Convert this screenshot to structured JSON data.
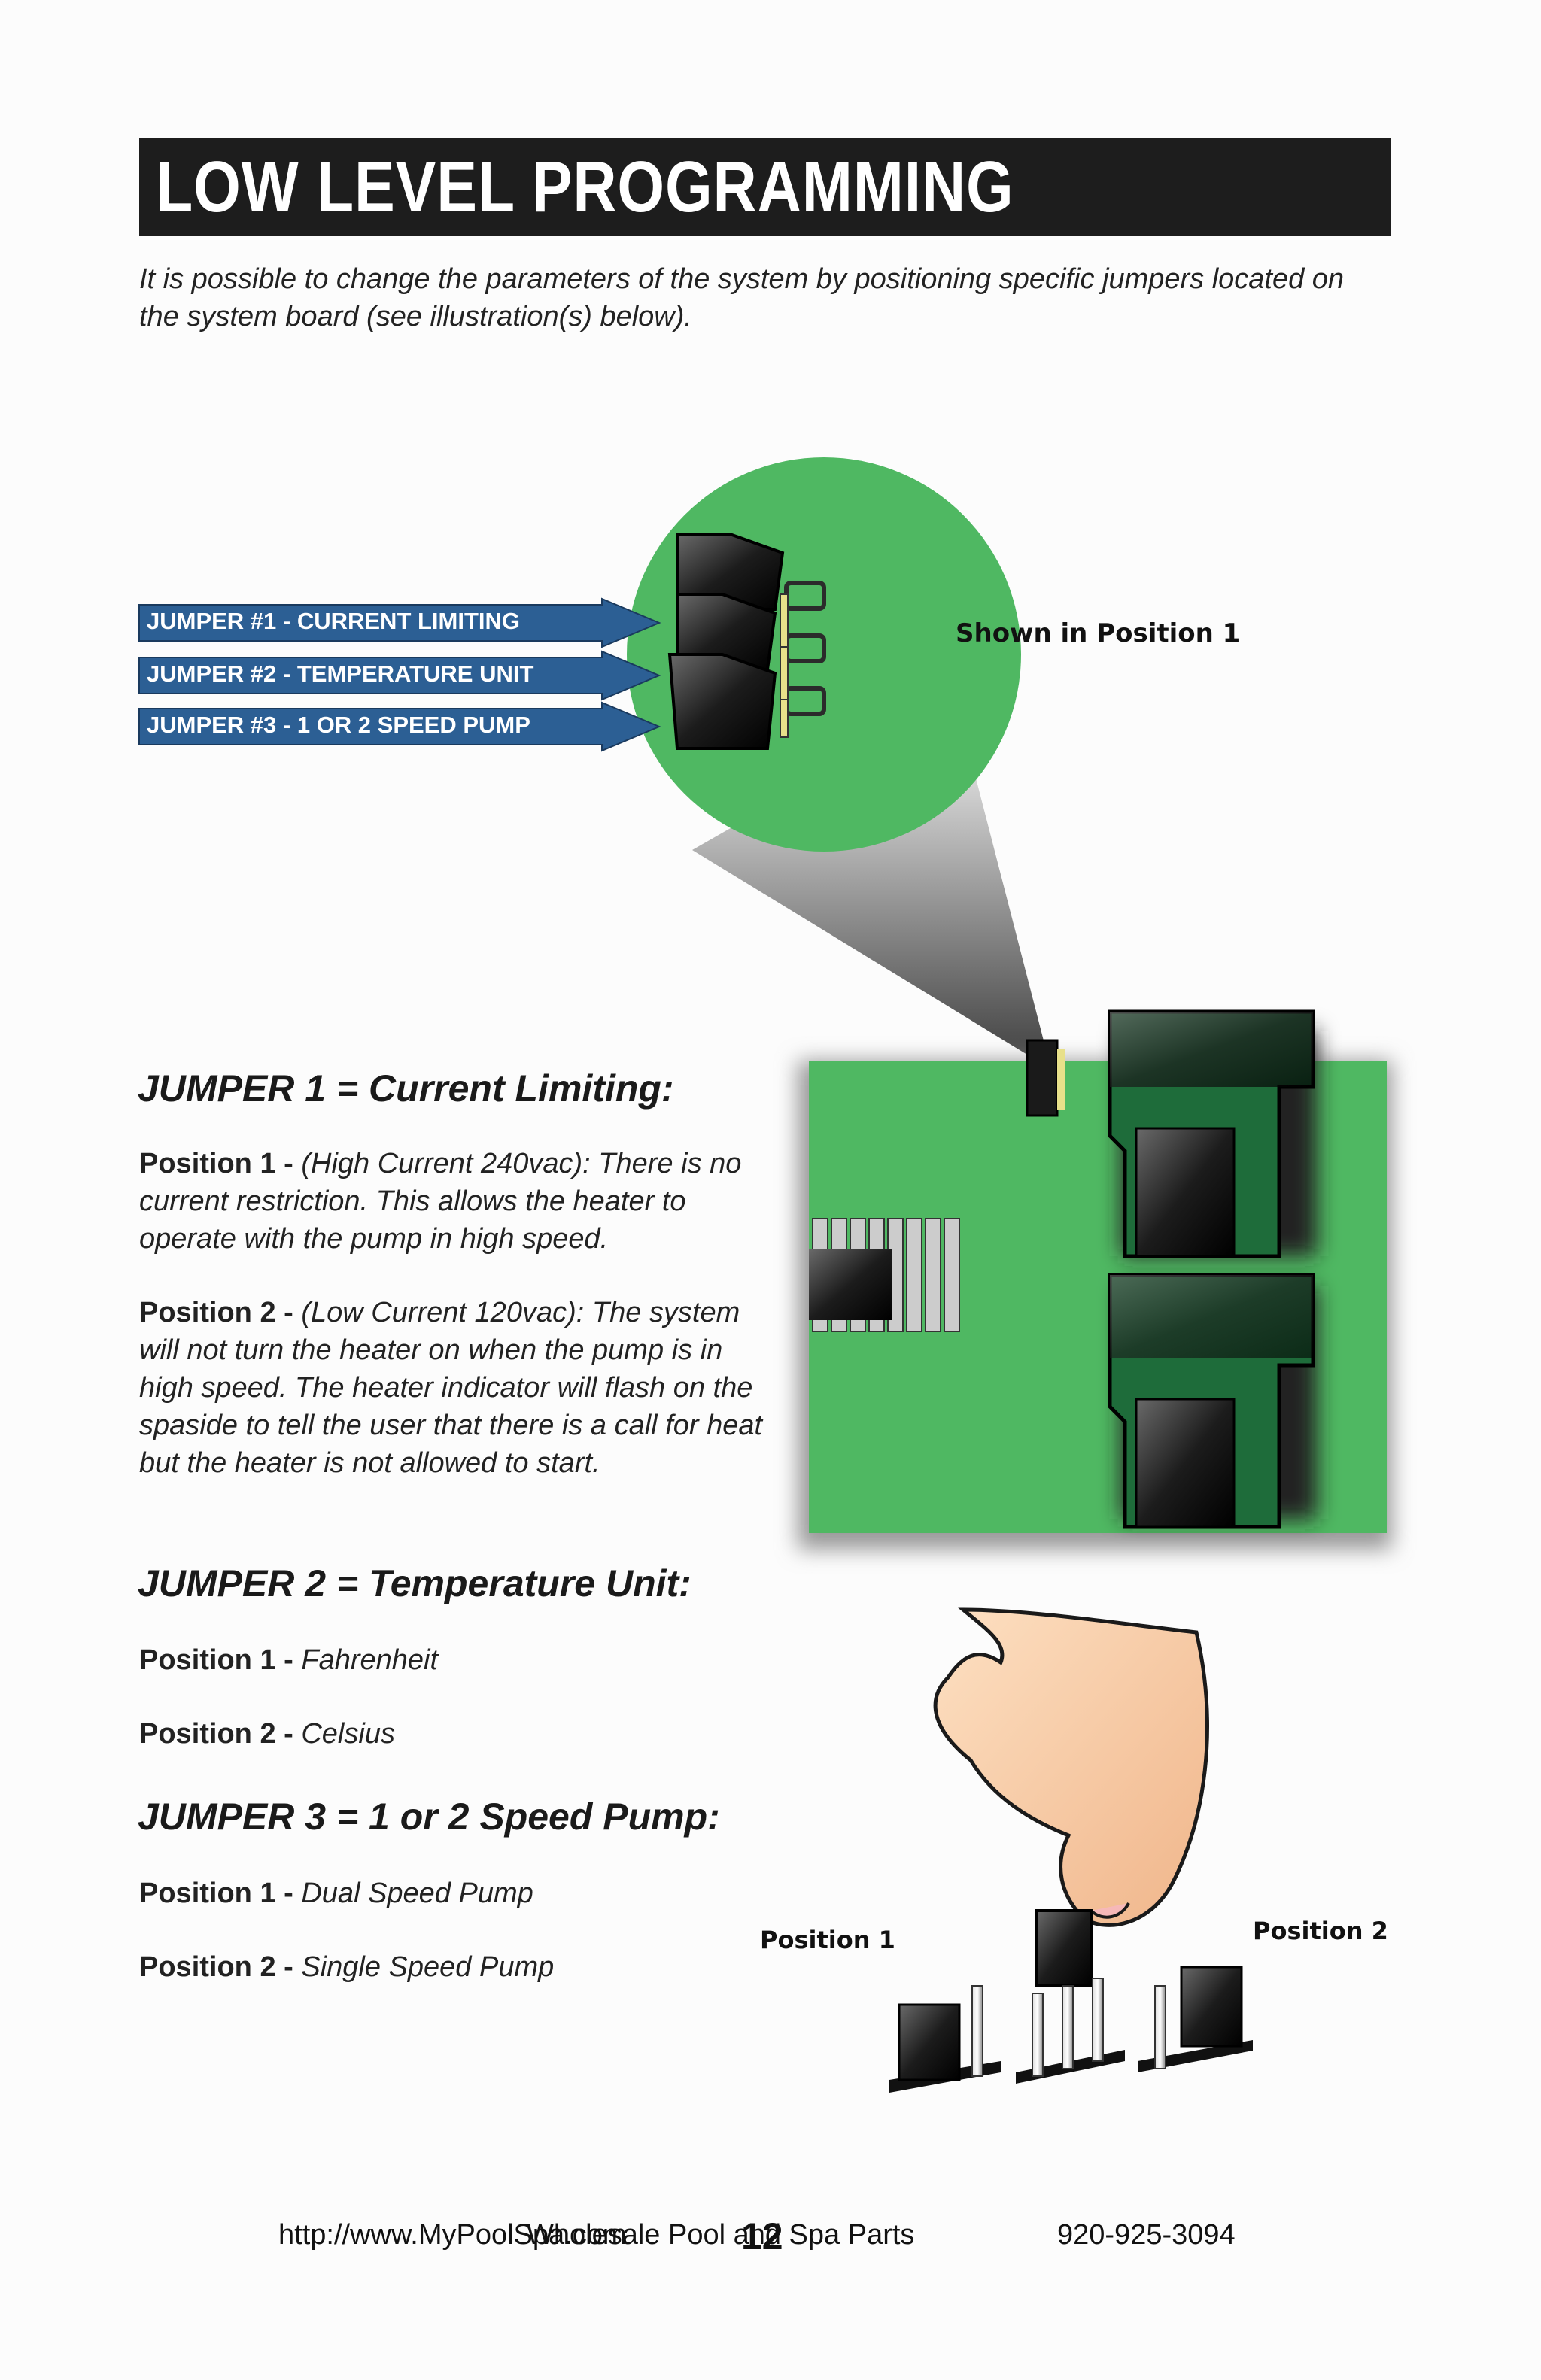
{
  "page": {
    "title": "LOW LEVEL PROGRAMMING",
    "intro": "It is possible to change the parameters of the system by positioning specific jumpers located on the system board (see illustration(s) below)."
  },
  "illustration": {
    "jumper_labels": [
      "JUMPER #1 - CURRENT LIMITING",
      "JUMPER #2 - TEMPERATURE UNIT",
      "JUMPER #3 - 1 OR 2 SPEED PUMP"
    ],
    "shown_in": "Shown in Position 1",
    "position1_label": "Position 1",
    "position2_label": "Position 2"
  },
  "jumper1": {
    "heading": "JUMPER 1 = Current Limiting:",
    "p1_label": "Position 1 -",
    "p1_text": "(High Current 240vac): There is no current restriction. This allows the heater to operate with the pump in high speed.",
    "p2_label": "Position 2 -",
    "p2_text": "(Low Current 120vac): The system will not turn the heater on when the pump is in high speed. The heater indicator will flash on the spaside to tell the user that there is a call for heat but the heater is not allowed to start."
  },
  "jumper2": {
    "heading": "JUMPER 2 = Temperature Unit:",
    "p1_label": "Position 1 -",
    "p1_text": "Fahrenheit",
    "p2_label": "Position 2 -",
    "p2_text": "Celsius"
  },
  "jumper3": {
    "heading": "JUMPER 3 = 1 or 2 Speed Pump:",
    "p1_label": "Position 1 -",
    "p1_text": "Dual Speed Pump",
    "p2_label": "Position 2 -",
    "p2_text": "Single Speed Pump"
  },
  "footer": {
    "url": "http://www.MyPoolSpa.com",
    "company": "Wholesale Pool and Spa Parts",
    "page_number": "12",
    "phone": "920-925-3094"
  },
  "colors": {
    "board_green": "#4fb862",
    "label_blue": "#2c5f94",
    "title_bg": "#1d1d1d"
  }
}
